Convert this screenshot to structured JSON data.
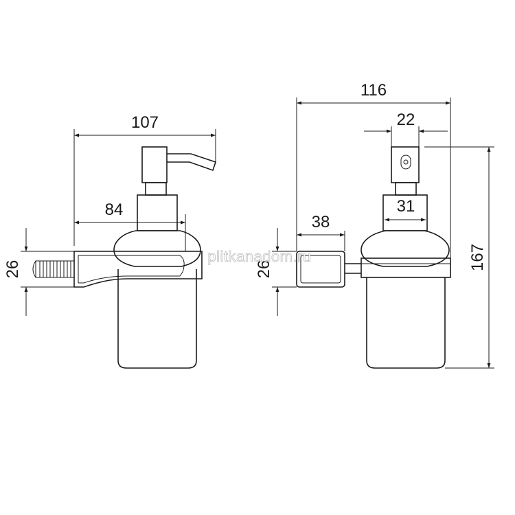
{
  "dimensions": {
    "side_width": "107",
    "side_bracket": "84",
    "side_height": "26",
    "front_width": "116",
    "front_pump": "22",
    "front_neck": "31",
    "front_mount": "38",
    "front_mount_height": "26",
    "front_total_height": "167"
  },
  "watermark": "plitkanadom.ru",
  "colors": {
    "line": "#1a1a1a",
    "background": "#ffffff",
    "watermark_outline": "#b8b8b8"
  }
}
